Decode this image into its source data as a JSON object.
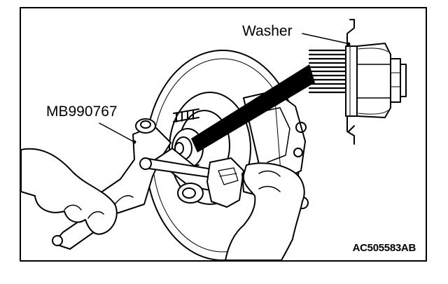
{
  "labels": {
    "washer": "Washer",
    "tool": "MB990767",
    "figure_code": "AC505583AB"
  },
  "icons": [
    "brake-disc-illustration",
    "hub-nut-washer-detail",
    "torque-wrench-illustration",
    "hand-illustration",
    "special-tool-illustration"
  ]
}
